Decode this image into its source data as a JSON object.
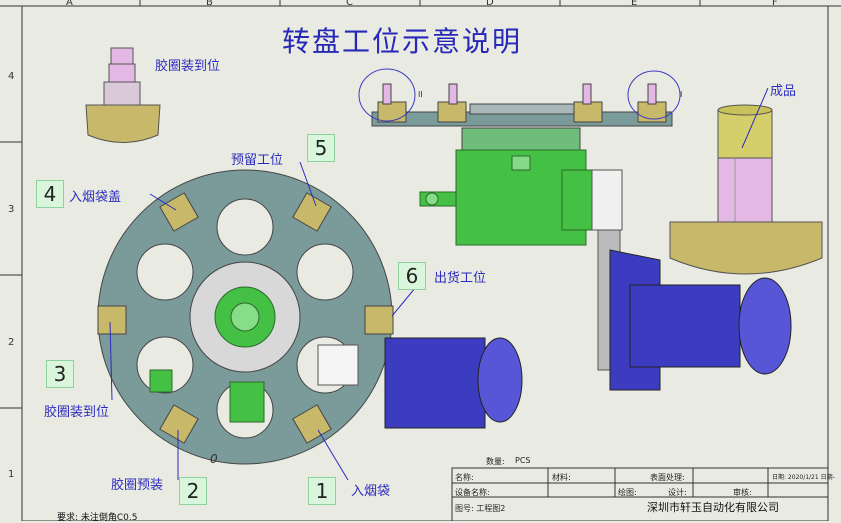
{
  "title": "转盘工位示意说明",
  "grid": {
    "columns": [
      "A",
      "B",
      "C",
      "D",
      "E",
      "F"
    ],
    "rows": [
      "4",
      "3",
      "2",
      "1"
    ]
  },
  "labels": {
    "top_left": "胶圈装到位",
    "product": "成品",
    "station_5": "预留工位",
    "station_4": "入烟袋盖",
    "station_6": "出货工位",
    "station_3": "胶圈装到位",
    "station_2": "胶圈预装",
    "station_1": "入烟袋",
    "mark_ii": "II",
    "mark_i": "I",
    "dial_mark": "0"
  },
  "numbers": {
    "n1": "1",
    "n2": "2",
    "n3": "3",
    "n4": "4",
    "n5": "5",
    "n6": "6"
  },
  "title_block": {
    "quantity_label": "数量:",
    "quantity_unit": "PCS",
    "part_name": "名称:",
    "material": "材料:",
    "surface": "表面处理:",
    "date": "日期: 2020/1/21 日期-",
    "equipment": "设备名称:",
    "drawing": "绘图:",
    "design": "设计:",
    "review": "审核:",
    "drawing_no": "图号: 工程图2",
    "company": "深圳市轩玉自动化有限公司"
  },
  "note": "要求: 未注倒角C0.5",
  "colors": {
    "title_blue": "#2828b8",
    "disk": "#7b9a9a",
    "fixture": "#c8b86a",
    "motor": "#3c3cc0",
    "green_body": "#44c044",
    "number_box": "#d9f6dd"
  }
}
